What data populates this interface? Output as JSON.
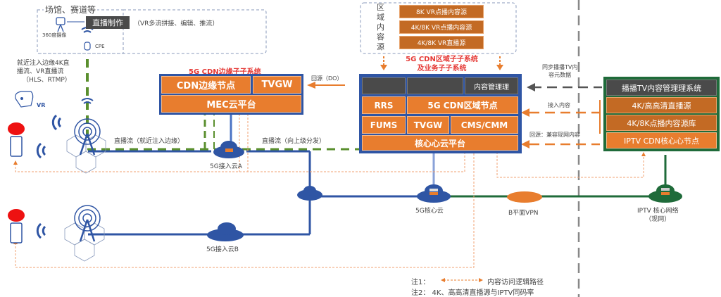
{
  "venue": {
    "title": "场馆、赛道等",
    "camera_label": "360度摄像",
    "production_label": "直播制作",
    "production_note": "（VR多流拼接、编辑、推流）",
    "cpe_label": "CPE"
  },
  "edge_inject_note": [
    "就近注入边缘4K直",
    "播流、VR直播流",
    "（HLS、RTMP）"
  ],
  "vr_label": "VR",
  "edge_subsystem": {
    "title": "5G CDN边缘子子系统",
    "cdn_edge_node": "CDN边缘节点",
    "tvgw": "TVGW",
    "mec": "MEC云平台"
  },
  "back_to_source": "回源（DO）",
  "live_stream_edge": "直播流（就近注入边缘）",
  "live_stream_up": "直播流（向上级分发）",
  "access_cloud_a": "5G接入云A",
  "access_cloud_b": "5G接入云B",
  "core_cloud": "5G核心云",
  "b_plane_vpn": "B平面VPN",
  "iptv_core_network": [
    "IPTV 核心网络",
    "（现网）"
  ],
  "regional_content": {
    "label_chars": [
      "区",
      "域",
      "内",
      "容",
      "源"
    ],
    "sources": [
      "8K VR点播内容源",
      "4K/8K VR点播内容源",
      "4K/8K VR直播源"
    ]
  },
  "regional_subsystem": {
    "title": [
      "5G CDN区域子子系统",
      "及业务子子系统"
    ],
    "content_mgmt": "内容管理理",
    "rrs": "RRS",
    "regional_node": "5G CDN区域节点",
    "fums": "FUMS",
    "tvgw": "TVGW",
    "cms": "CMS/CMM",
    "core_platform": "核心心云平台"
  },
  "iptv_system": {
    "mgmt": "播播TV内容管理理系统",
    "hd_live": "4K/高高清直播源",
    "vod_lib": "4K/8K点播内容源库",
    "cdn_core": "IPTV CDN核心心节点"
  },
  "sync_metadata": [
    "同步播播TV内",
    "容元数据"
  ],
  "access_content": "接入内容",
  "back_compat": "回源：兼容现网内容",
  "notes": {
    "note1_prefix": "注1：",
    "note1_text": "内容访问逻辑路径",
    "note2": "注2： 4K、高高清直播源与IPTV同码率"
  },
  "colors": {
    "orange": "#e87d2e",
    "blue": "#2f55a4",
    "green": "#5a8f2e",
    "dark_green": "#1f6b3a",
    "red": "#e53935"
  }
}
